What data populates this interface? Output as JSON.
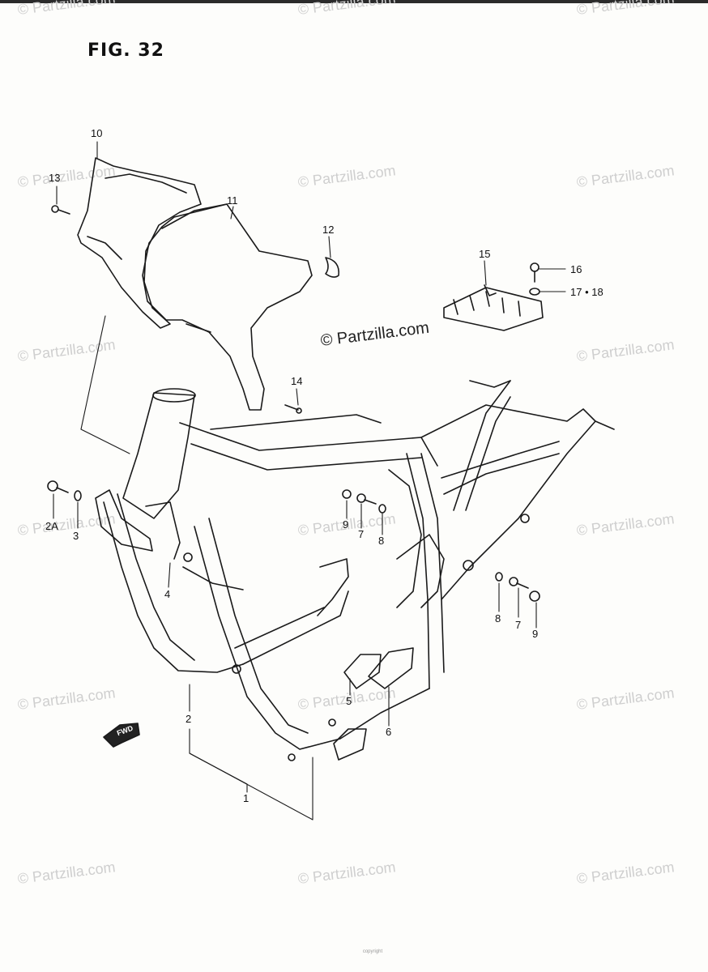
{
  "figure": {
    "title": "FIG. 32"
  },
  "watermark": {
    "text": "© Partzilla.com",
    "center_text": "© Partzilla.com"
  },
  "callouts": {
    "c1": "1",
    "c2": "2",
    "c2a": "2A",
    "c3": "3",
    "c4": "4",
    "c5": "5",
    "c6": "6",
    "c7a": "7",
    "c7b": "7",
    "c8a": "8",
    "c8b": "8",
    "c9a": "9",
    "c9b": "9",
    "c10": "10",
    "c11": "11",
    "c12": "12",
    "c13": "13",
    "c14": "14",
    "c15": "15",
    "c16": "16",
    "c1718": "17 • 18"
  },
  "fwd_label": "FWD",
  "footer_text": "copyright"
}
